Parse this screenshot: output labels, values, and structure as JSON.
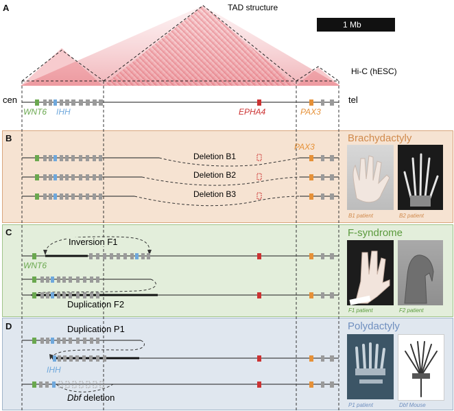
{
  "panelA": {
    "letter": "A",
    "tad_label": "TAD structure",
    "scale_bar": "1 Mb",
    "hic_label": "Hi-C (hESC)",
    "cen": "cen",
    "tel": "tel",
    "genes": [
      "WNT6",
      "IHH",
      "EPHA4",
      "PAX3"
    ]
  },
  "panelB": {
    "letter": "B",
    "title": "Brachydactyly",
    "gene": "PAX3",
    "rows": [
      "Deletion B1",
      "Deletion B2",
      "Deletion B3"
    ],
    "captions": [
      "B1 patient",
      "B2 patient"
    ]
  },
  "panelC": {
    "letter": "C",
    "title": "F-syndrome",
    "inversion": "Inversion F1",
    "gene": "WNT6",
    "duplication": "Duplication F2",
    "captions": [
      "F1 patient",
      "F2 patient"
    ]
  },
  "panelD": {
    "letter": "D",
    "title": "Polydactyly",
    "duplication": "Duplication P1",
    "gene": "IHH",
    "deletion_italic": "Dbf",
    "deletion_text": " deletion",
    "captions": [
      "P1 patient",
      "Dbf Mouse"
    ]
  },
  "colors": {
    "panelB_bg": "#f6e3d2",
    "panelB_border": "#d9a57c",
    "panelC_bg": "#e3eedb",
    "panelC_border": "#9fc388",
    "panelD_bg": "#e0e7ef",
    "panelD_border": "#9fb3c8",
    "wnt6": "#6aa84f",
    "ihh": "#6fa8dc",
    "epha4": "#cc3333",
    "pax3": "#e69138",
    "gray_gene": "#9a9a9a",
    "brachy_title": "#d08a4c",
    "fsyn_title": "#5a9a3c",
    "poly_title": "#6f8fbf"
  }
}
